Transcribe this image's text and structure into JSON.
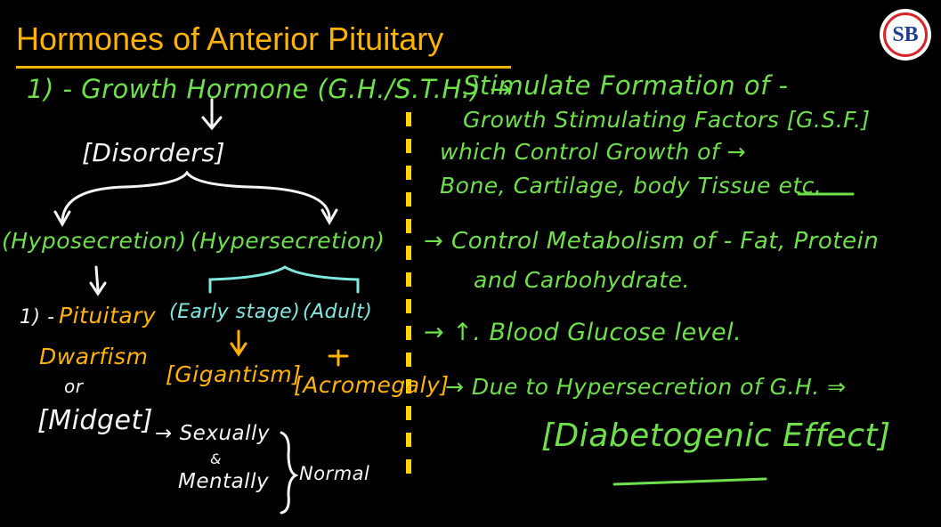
{
  "title": "Hormones of Anterior Pituitary",
  "logo": {
    "text": "SB"
  },
  "colors": {
    "title": "#ffb300",
    "green": "#6ee04a",
    "white": "#f5f5f5",
    "cyan": "#7ee8e0",
    "orange": "#ffb300",
    "divider": "#ffd400"
  },
  "left": {
    "heading": "1) - Growth Hormone (G.H./S.T.H.) →",
    "disorders": "[Disorders]",
    "hypo": "(Hyposecretion)",
    "hyper": "(Hypersecretion)",
    "item_num": "1) -",
    "pituitary": "Pituitary",
    "dwarfism": "Dwarfism",
    "early": "(Early stage)",
    "adult": "(Adult)",
    "or": "or",
    "gigantism": "[Gigantism]",
    "acromegaly": "[Acromegaly]",
    "midget": "[Midget]",
    "sexually": "→ Sexually",
    "and": "&",
    "mentally": "Mentally",
    "normal": "Normal"
  },
  "right": {
    "line1": "Stimulate Formation of -",
    "line2": "Growth Stimulating Factors [G.S.F.]",
    "line3": "which Control Growth of →",
    "line4": "Bone, Cartilage, body Tissue etc.",
    "line5": "→ Control Metabolism of - Fat, Protein",
    "line6": "and Carbohydrate.",
    "line7": "→ ↑. Blood Glucose level.",
    "line8": "→ Due to Hypersecretion of G.H. ⇒",
    "line9": "[Diabetogenic Effect]"
  }
}
